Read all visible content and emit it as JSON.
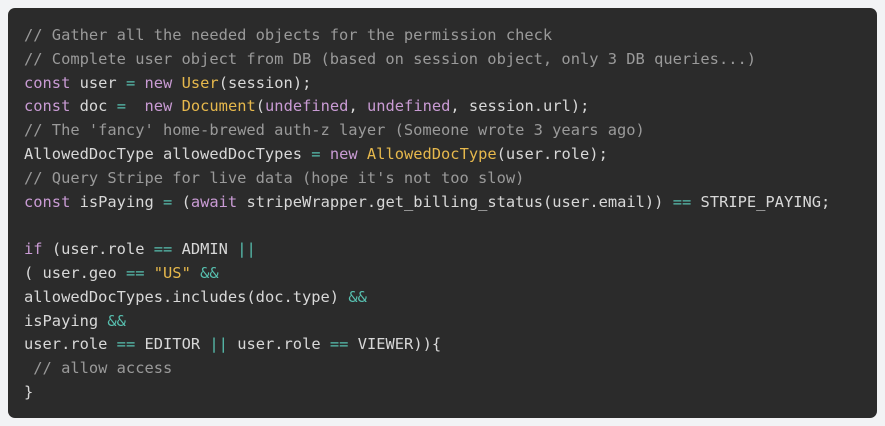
{
  "card": {
    "background_color": "#2b2b2b",
    "page_background_color": "#f2f3f5",
    "language": "javascript"
  },
  "theme": {
    "comment": "#9a9a9a",
    "keyword": "#c99bd4",
    "operator": "#57bfaf",
    "type": "#e6b84c",
    "constant": "#e6b84c",
    "string": "#e6b84c",
    "function": "#d3883f",
    "plain": "#d8d8d8"
  },
  "code": {
    "lines": [
      {
        "index": 1,
        "text": "// Gather all the needed objects for the permission check",
        "tokens": [
          {
            "t": "// Gather all the needed objects for the permission check",
            "c": "comment"
          }
        ]
      },
      {
        "index": 2,
        "text": "// Complete user object from DB (based on session object, only 3 DB queries...)",
        "tokens": [
          {
            "t": "// Complete user object from DB (based on session object, only 3 DB queries...)",
            "c": "comment"
          }
        ]
      },
      {
        "index": 3,
        "text": "const user = new User(session);",
        "tokens": [
          {
            "t": "const",
            "c": "keyword"
          },
          {
            "t": " user ",
            "c": "plain"
          },
          {
            "t": "=",
            "c": "operator"
          },
          {
            "t": " ",
            "c": "plain"
          },
          {
            "t": "new",
            "c": "keyword"
          },
          {
            "t": " ",
            "c": "plain"
          },
          {
            "t": "User",
            "c": "type"
          },
          {
            "t": "(session);",
            "c": "plain"
          }
        ]
      },
      {
        "index": 4,
        "text": "const doc =  new Document(undefined, undefined, session.url);",
        "tokens": [
          {
            "t": "const",
            "c": "keyword"
          },
          {
            "t": " doc ",
            "c": "plain"
          },
          {
            "t": "=",
            "c": "operator"
          },
          {
            "t": "  ",
            "c": "plain"
          },
          {
            "t": "new",
            "c": "keyword"
          },
          {
            "t": " ",
            "c": "plain"
          },
          {
            "t": "Document",
            "c": "type"
          },
          {
            "t": "(",
            "c": "plain"
          },
          {
            "t": "undefined",
            "c": "keyword"
          },
          {
            "t": ", ",
            "c": "plain"
          },
          {
            "t": "undefined",
            "c": "keyword"
          },
          {
            "t": ", session.url);",
            "c": "plain"
          }
        ]
      },
      {
        "index": 5,
        "text": "// The 'fancy' home-brewed auth-z layer (Someone wrote 3 years ago)",
        "tokens": [
          {
            "t": "// The 'fancy' home-brewed auth-z layer (Someone wrote 3 years ago)",
            "c": "comment"
          }
        ]
      },
      {
        "index": 6,
        "text": "AllowedDocType allowedDocTypes = new AllowedDocType(user.role);",
        "tokens": [
          {
            "t": "AllowedDocType allowedDocTypes ",
            "c": "plain"
          },
          {
            "t": "=",
            "c": "operator"
          },
          {
            "t": " ",
            "c": "plain"
          },
          {
            "t": "new",
            "c": "keyword"
          },
          {
            "t": " ",
            "c": "plain"
          },
          {
            "t": "AllowedDocType",
            "c": "type"
          },
          {
            "t": "(user.role);",
            "c": "plain"
          }
        ]
      },
      {
        "index": 7,
        "text": "// Query Stripe for live data (hope it's not too slow)",
        "tokens": [
          {
            "t": "// Query Stripe for live data (hope it's not too slow)",
            "c": "comment"
          }
        ]
      },
      {
        "index": 8,
        "text": "const isPaying = (await stripeWrapper.get_billing_status(user.email)) == STRIPE_PAYING;",
        "tokens": [
          {
            "t": "const",
            "c": "keyword"
          },
          {
            "t": " isPaying ",
            "c": "plain"
          },
          {
            "t": "=",
            "c": "operator"
          },
          {
            "t": " (",
            "c": "plain"
          },
          {
            "t": "await",
            "c": "keyword"
          },
          {
            "t": " stripeWrapper.",
            "c": "plain"
          },
          {
            "t": "get_billing_status",
            "c": "function"
          },
          {
            "t": "(user.email)) ",
            "c": "plain"
          },
          {
            "t": "==",
            "c": "operator"
          },
          {
            "t": " ",
            "c": "plain"
          },
          {
            "t": "STRIPE_PAYING",
            "c": "constant"
          },
          {
            "t": ";",
            "c": "plain"
          }
        ]
      },
      {
        "index": 9,
        "text": "",
        "tokens": []
      },
      {
        "index": 10,
        "text": "if (user.role == ADMIN ||",
        "tokens": [
          {
            "t": "if",
            "c": "keyword"
          },
          {
            "t": " (user.role ",
            "c": "plain"
          },
          {
            "t": "==",
            "c": "operator"
          },
          {
            "t": " ",
            "c": "plain"
          },
          {
            "t": "ADMIN",
            "c": "constant"
          },
          {
            "t": " ",
            "c": "plain"
          },
          {
            "t": "||",
            "c": "operator"
          }
        ]
      },
      {
        "index": 11,
        "text": "( user.geo == \"US\" &&",
        "tokens": [
          {
            "t": "( user.geo ",
            "c": "plain"
          },
          {
            "t": "==",
            "c": "operator"
          },
          {
            "t": " ",
            "c": "plain"
          },
          {
            "t": "\"US\"",
            "c": "string"
          },
          {
            "t": " ",
            "c": "plain"
          },
          {
            "t": "&&",
            "c": "operator"
          }
        ]
      },
      {
        "index": 12,
        "text": "allowedDocTypes.includes(doc.type) &&",
        "tokens": [
          {
            "t": "allowedDocTypes.",
            "c": "plain"
          },
          {
            "t": "includes",
            "c": "function"
          },
          {
            "t": "(doc.type) ",
            "c": "plain"
          },
          {
            "t": "&&",
            "c": "operator"
          }
        ]
      },
      {
        "index": 13,
        "text": "isPaying &&",
        "tokens": [
          {
            "t": "isPaying ",
            "c": "plain"
          },
          {
            "t": "&&",
            "c": "operator"
          }
        ]
      },
      {
        "index": 14,
        "text": "user.role == EDITOR || user.role == VIEWER)){",
        "tokens": [
          {
            "t": "user.role ",
            "c": "plain"
          },
          {
            "t": "==",
            "c": "operator"
          },
          {
            "t": " ",
            "c": "plain"
          },
          {
            "t": "EDITOR",
            "c": "constant"
          },
          {
            "t": " ",
            "c": "plain"
          },
          {
            "t": "||",
            "c": "operator"
          },
          {
            "t": " user.role ",
            "c": "plain"
          },
          {
            "t": "==",
            "c": "operator"
          },
          {
            "t": " ",
            "c": "plain"
          },
          {
            "t": "VIEWER",
            "c": "constant"
          },
          {
            "t": ")){",
            "c": "plain"
          }
        ]
      },
      {
        "index": 15,
        "text": " // allow access",
        "tokens": [
          {
            "t": " // allow access",
            "c": "comment"
          }
        ]
      },
      {
        "index": 16,
        "text": "}",
        "tokens": [
          {
            "t": "}",
            "c": "plain"
          }
        ]
      }
    ]
  }
}
